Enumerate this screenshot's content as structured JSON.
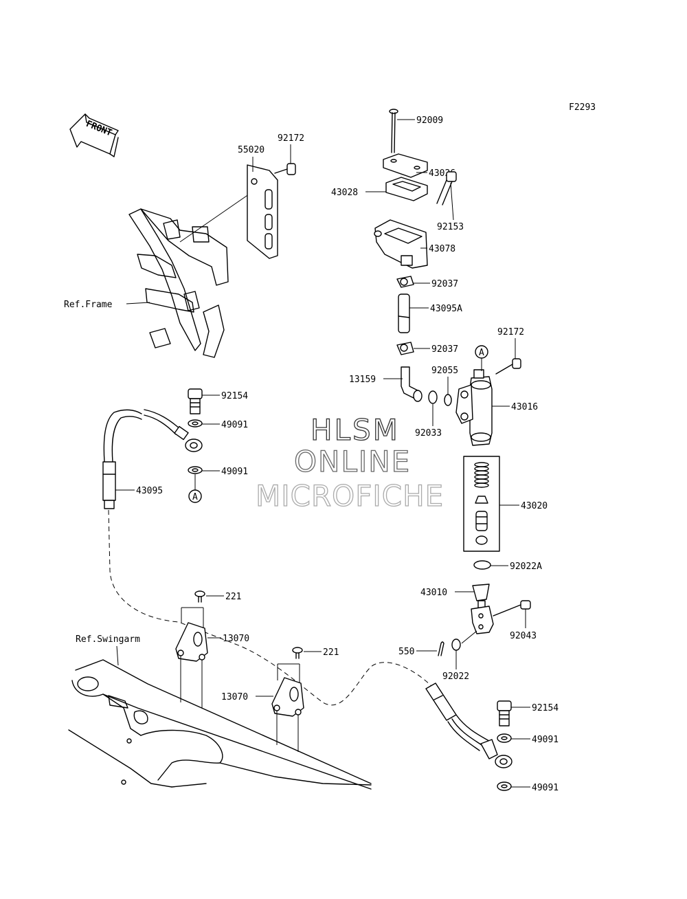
{
  "figure_code": "F2293",
  "front_label": "FRONT",
  "ref_frame": "Ref.Frame",
  "ref_swingarm": "Ref.Swingarm",
  "watermark": {
    "line1": "HLSM",
    "line2": "ONLINE",
    "line3": "MICROFICHE"
  },
  "marker_a": "A",
  "parts": {
    "p92009": "92009",
    "p43026": "43026",
    "p43028": "43028",
    "p92153": "92153",
    "p43078": "43078",
    "p92037_top": "92037",
    "p43095A": "43095A",
    "p92037_bottom": "92037",
    "p92172_right": "92172",
    "p13159": "13159",
    "p92055": "92055",
    "p43016": "43016",
    "p92033": "92033",
    "p43020": "43020",
    "p92022A": "92022A",
    "p43010": "43010",
    "p92043": "92043",
    "p550": "550",
    "p92022": "92022",
    "p92172_left": "92172",
    "p55020": "55020",
    "p92154_top": "92154",
    "p49091_1": "49091",
    "p49091_2": "49091",
    "p43095": "43095",
    "p221_left": "221",
    "p13070_left": "13070",
    "p221_right": "221",
    "p13070_right": "13070",
    "p92154_bottom": "92154",
    "p49091_3": "49091",
    "p49091_4": "49091"
  }
}
